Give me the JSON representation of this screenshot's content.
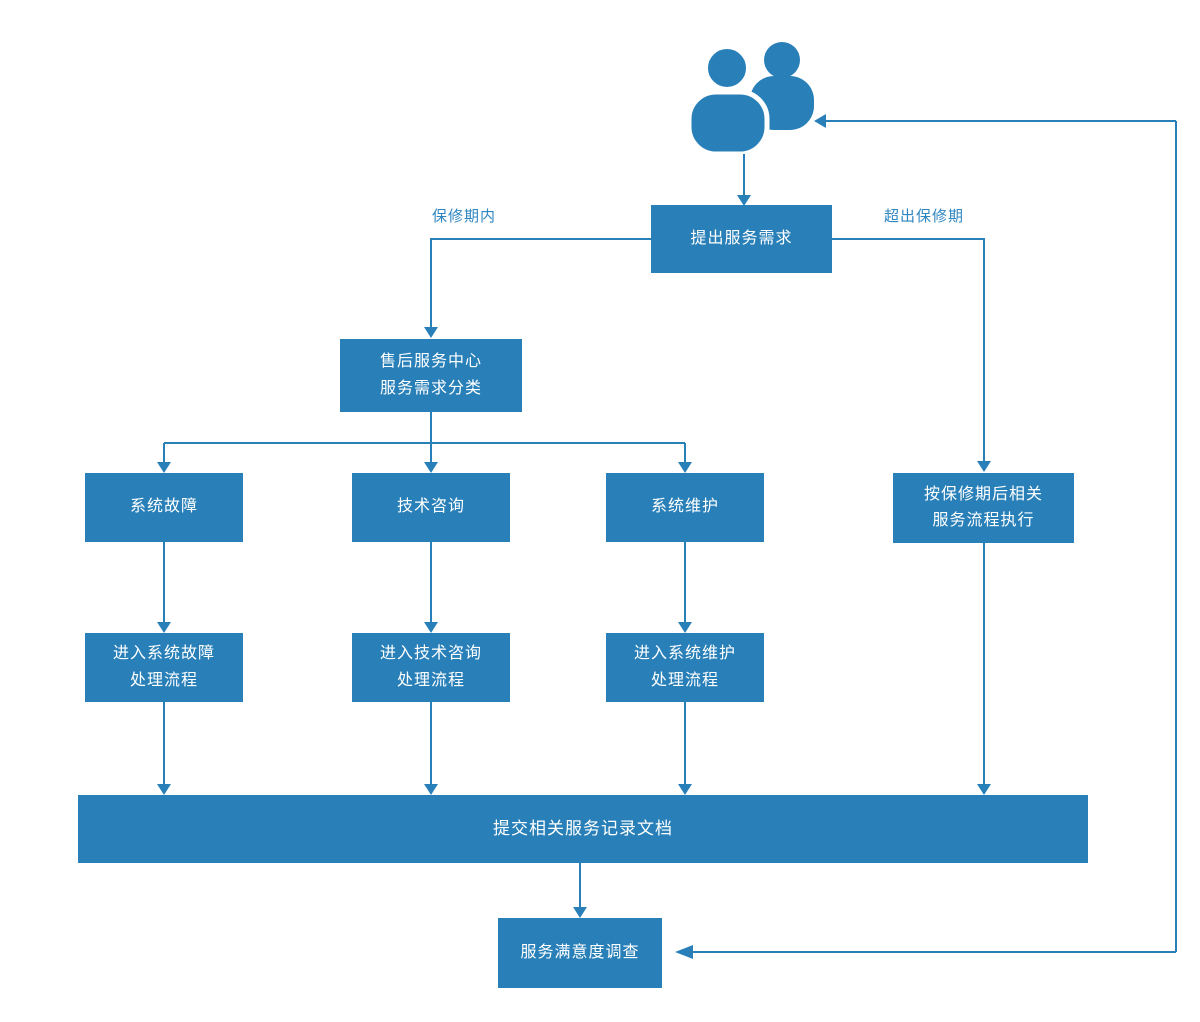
{
  "colors": {
    "accent": "#2980B9",
    "node_fill": "#2980B9",
    "node_text": "#FFFFFF",
    "connector": "#2980B9",
    "edge_label_text": "#2E86C1",
    "background": "#FFFFFF"
  },
  "icons": {
    "users": "users-icon"
  },
  "nodes": {
    "request": {
      "label": "提出服务需求"
    },
    "service_center": {
      "line1": "售后服务中心",
      "line2": "服务需求分类"
    },
    "system_fault": {
      "label": "系统故障"
    },
    "tech_consult": {
      "label": "技术咨询"
    },
    "system_maintain": {
      "label": "系统维护"
    },
    "post_warranty": {
      "line1": "按保修期后相关",
      "line2": "服务流程执行"
    },
    "fault_process": {
      "line1": "进入系统故障",
      "line2": "处理流程"
    },
    "consult_process": {
      "line1": "进入技术咨询",
      "line2": "处理流程"
    },
    "maintain_process": {
      "line1": "进入系统维护",
      "line2": "处理流程"
    },
    "submit_record": {
      "label": "提交相关服务记录文档"
    },
    "satisfaction_survey": {
      "label": "服务满意度调查"
    }
  },
  "edge_labels": {
    "in_warranty": "保修期内",
    "out_of_warranty": "超出保修期"
  }
}
